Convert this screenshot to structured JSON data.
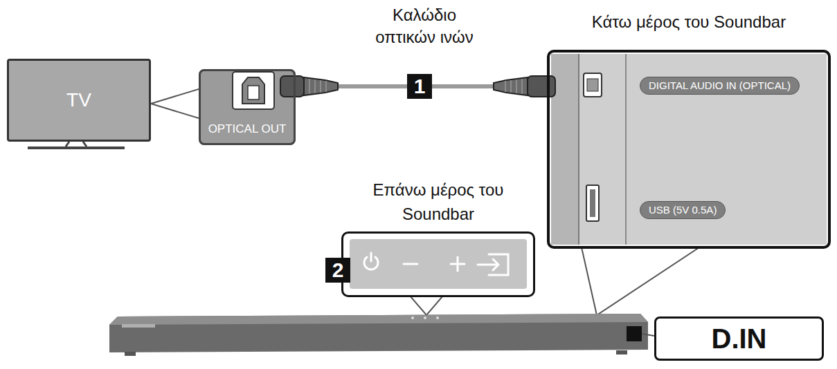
{
  "diagram": {
    "nodes": [
      {
        "text": [
          "TV"
        ]
      },
      {
        "text": [
          "OPTICAL OUT"
        ]
      },
      {
        "text": [
          "Κάτω μέρος του Soundbar"
        ]
      },
      {
        "text": [
          "DIGITAL AUDIO IN (OPTICAL)"
        ],
        "in": 2
      },
      {
        "text": [
          "USB (5V 0.5A)"
        ],
        "in": 2
      },
      {
        "text": [
          "Επάνω μέρος του Soundbar"
        ]
      },
      {
        "text": [
          "D.IN"
        ]
      }
    ],
    "edges": [
      {
        "from": 1,
        "to": 2,
        "arrow": "none"
      }
    ],
    "labels": [
      "Καλώδιο οπτικών ινών",
      "1",
      "2"
    ]
  }
}
